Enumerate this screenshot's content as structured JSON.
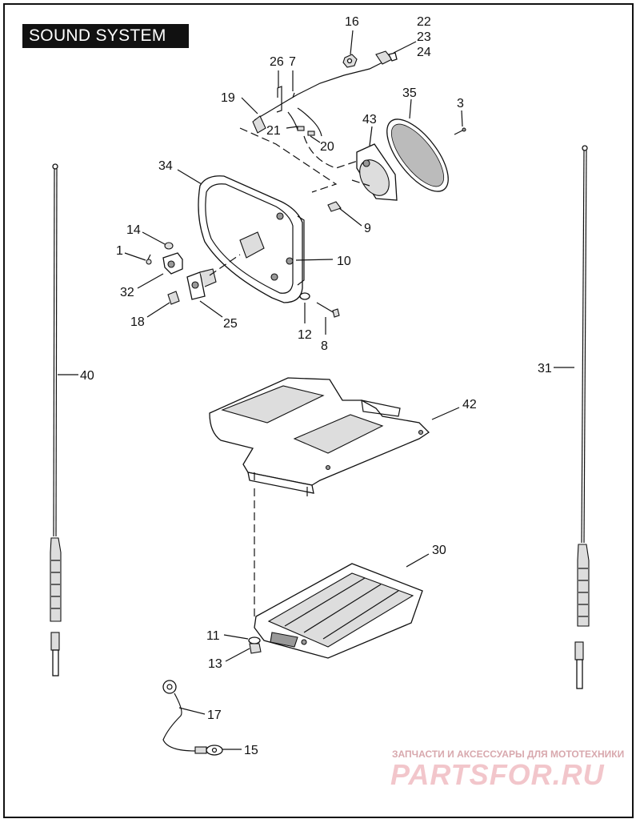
{
  "title": "SOUND SYSTEM",
  "callouts": {
    "c1": "1",
    "c3": "3",
    "c7": "7",
    "c8": "8",
    "c9": "9",
    "c10": "10",
    "c11": "11",
    "c12": "12",
    "c13": "13",
    "c14": "14",
    "c15": "15",
    "c16": "16",
    "c17": "17",
    "c18": "18",
    "c19": "19",
    "c20": "20",
    "c21": "21",
    "c22": "22",
    "c23": "23",
    "c24": "24",
    "c25": "25",
    "c26": "26",
    "c30": "30",
    "c31": "31",
    "c32": "32",
    "c34": "34",
    "c35": "35",
    "c40": "40",
    "c42": "42",
    "c43": "43"
  },
  "watermark": {
    "line1": "ЗАПЧАСТИ И АКСЕССУАРЫ ДЛЯ МОТОТЕХНИКИ",
    "line2": "PARTSFOR.RU"
  }
}
